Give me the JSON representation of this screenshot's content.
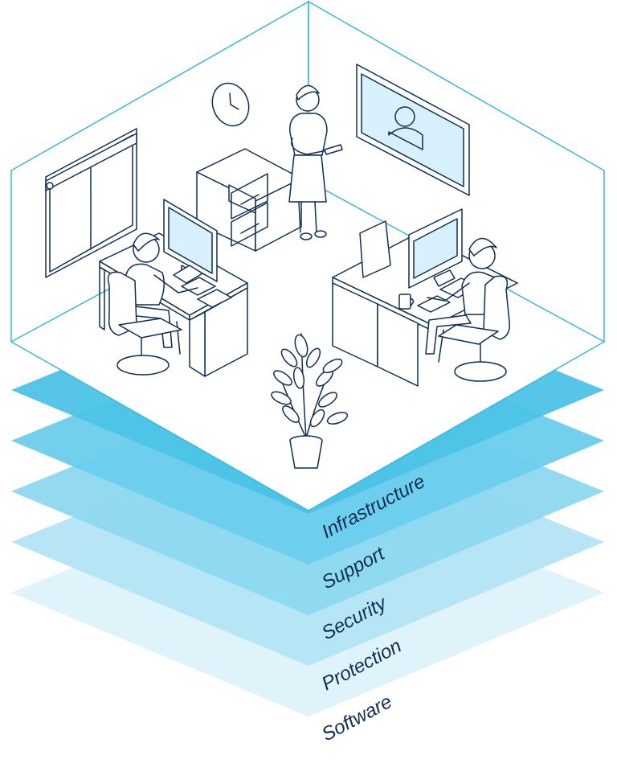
{
  "layers": [
    {
      "id": "infrastructure",
      "label": "Infrastructure",
      "color": "#4cc3e7"
    },
    {
      "id": "support",
      "label": "Support",
      "color": "#6ccdec"
    },
    {
      "id": "security",
      "label": "Security",
      "color": "#8dd8f0"
    },
    {
      "id": "protection",
      "label": "Protection",
      "color": "#b3e4f5"
    },
    {
      "id": "software",
      "label": "Software",
      "color": "#dcf2fa"
    }
  ],
  "colors": {
    "ink": "#0f2e52",
    "room_edge": "#39b9d8",
    "screen": "#d8f0fb"
  },
  "icons": [
    "wall-clock-icon",
    "presenter-screen-icon",
    "plant-icon",
    "window-icon"
  ]
}
